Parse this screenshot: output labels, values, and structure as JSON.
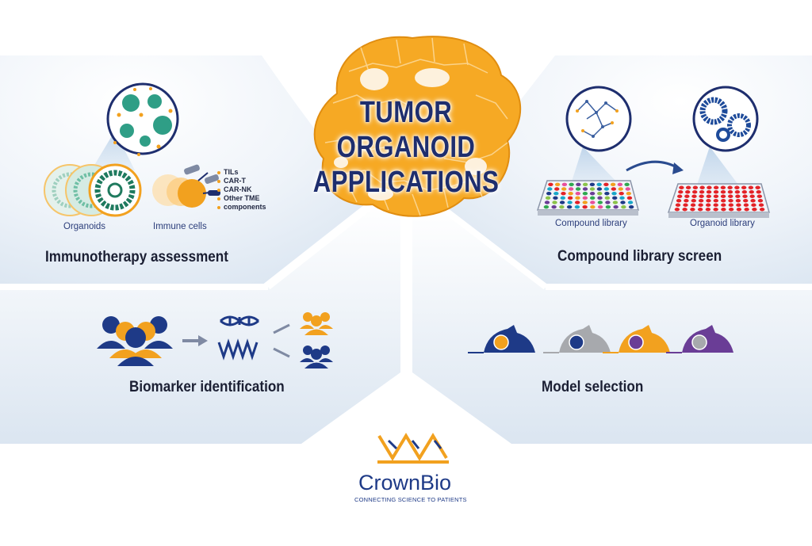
{
  "title": {
    "line1": "TUMOR ORGANOID",
    "line2": "APPLICATIONS"
  },
  "sections": {
    "immunotherapy": {
      "title": "Immunotherapy assessment",
      "organoids_label": "Organoids",
      "immune_cells_label": "Immune cells",
      "bullets": [
        "TILs",
        "CAR-T",
        "CAR-NK",
        "Other TME",
        "components"
      ]
    },
    "compound": {
      "title": "Compound library screen",
      "compound_label": "Compound library",
      "organoid_label": "Organoid library"
    },
    "biomarker": {
      "title": "Biomarker identification"
    },
    "model": {
      "title": "Model selection"
    }
  },
  "logo": {
    "name": "CrownBio",
    "tagline": "CONNECTING SCIENCE TO PATIENTS"
  },
  "colors": {
    "navy": "#1e2e6e",
    "orange": "#f2a11f",
    "light_blue_panel": "#dfe8f2",
    "gray": "#a7a9ad",
    "purple": "#6a3d96",
    "red_well": "#e32227"
  }
}
